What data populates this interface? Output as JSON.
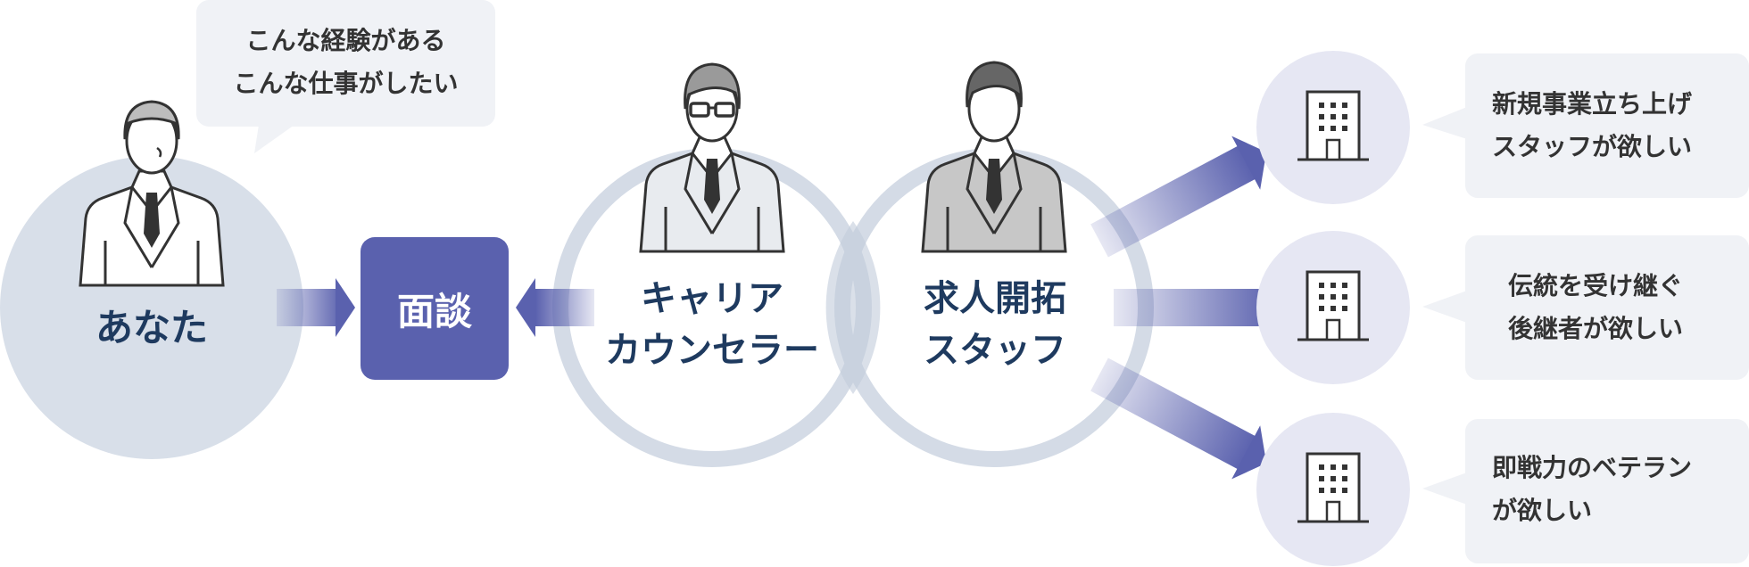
{
  "you": {
    "label": "あなた",
    "speech_lines": [
      "こんな経験がある",
      "こんな仕事がしたい"
    ]
  },
  "interview": {
    "label": "面談"
  },
  "counselor": {
    "label_lines": [
      "キャリア",
      "カウンセラー"
    ]
  },
  "recruiter": {
    "label_lines": [
      "求人開拓",
      "スタッフ"
    ]
  },
  "companies": [
    {
      "lines": [
        "新規事業立ち上げ",
        "スタッフが欲しい"
      ]
    },
    {
      "lines": [
        "伝統を受け継ぐ",
        "後継者が欲しい"
      ]
    },
    {
      "lines": [
        "即戦力のベテラン",
        "が欲しい"
      ]
    }
  ],
  "icons": {
    "person": "person-icon",
    "building": "building-icon",
    "arrow": "arrow-icon"
  },
  "colors": {
    "navy_text": "#1e3a5f",
    "accent": "#5a61ae",
    "you_circle": "#d8dfe9",
    "ring": "#d4dbe6",
    "company_circle": "#e6e7f3",
    "bubble": "#f0f2f6"
  }
}
